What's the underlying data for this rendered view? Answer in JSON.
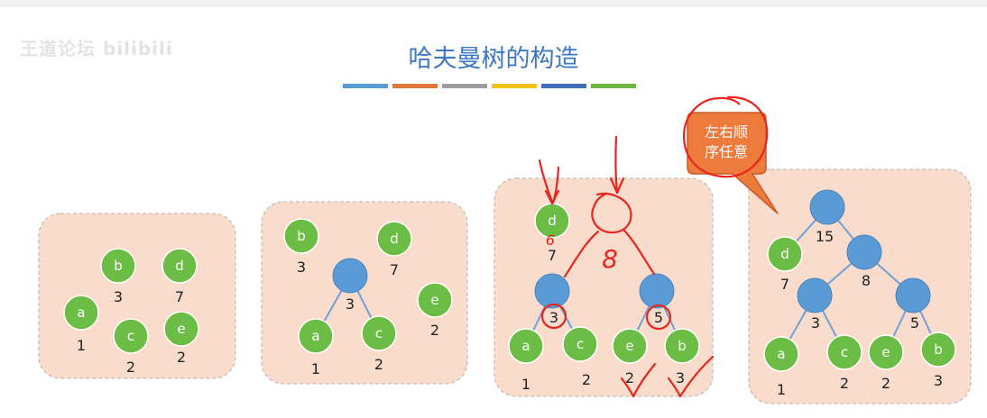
{
  "page": {
    "watermark": "王道论坛 bilibili",
    "title": "哈夫曼树的构造",
    "accent_bars": [
      "#5b9bd5",
      "#e0763a",
      "#9e9e9e",
      "#f2c21b",
      "#3f6fb6",
      "#6fb63e"
    ]
  },
  "colors": {
    "leaf_fill": "#6cbd45",
    "inner_fill": "#5b9bd5",
    "panel_fill": "#f9dccb",
    "edge": "#6fa0d6",
    "pen": "#e8251f",
    "callout_fill": "#ec7b3c"
  },
  "panel1": {
    "nodes": [
      {
        "label": "b",
        "weight": "3"
      },
      {
        "label": "d",
        "weight": "7"
      },
      {
        "label": "a",
        "weight": "1"
      },
      {
        "label": "c",
        "weight": "2"
      },
      {
        "label": "e",
        "weight": "2"
      }
    ]
  },
  "panel2": {
    "nodes": [
      {
        "label": "b",
        "weight": "3"
      },
      {
        "label": "d",
        "weight": "7"
      },
      {
        "label": "e",
        "weight": "2"
      },
      {
        "label": "a",
        "weight": "1"
      },
      {
        "label": "c",
        "weight": "2"
      }
    ],
    "inner_weight": "3"
  },
  "panel3": {
    "d": {
      "label": "d",
      "weight": "7"
    },
    "left_inner_weight": "3",
    "right_inner_weight": "5",
    "leaves": [
      {
        "label": "a",
        "weight": "1"
      },
      {
        "label": "c",
        "weight": "2"
      },
      {
        "label": "e",
        "weight": "2"
      },
      {
        "label": "b",
        "weight": "3"
      }
    ],
    "handwriting": {
      "d_weight": "6",
      "new_node_weight": "8"
    }
  },
  "panel4": {
    "callout": "左右顺序任意",
    "callout_line1": "左右顺",
    "callout_line2": "序任意",
    "root_weight": "15",
    "mid_weight": "8",
    "d": {
      "label": "d",
      "weight": "7"
    },
    "left_inner_weight": "3",
    "right_inner_weight": "5",
    "leaves": [
      {
        "label": "a",
        "weight": "1"
      },
      {
        "label": "c",
        "weight": "2"
      },
      {
        "label": "e",
        "weight": "2"
      },
      {
        "label": "b",
        "weight": "3"
      }
    ]
  }
}
